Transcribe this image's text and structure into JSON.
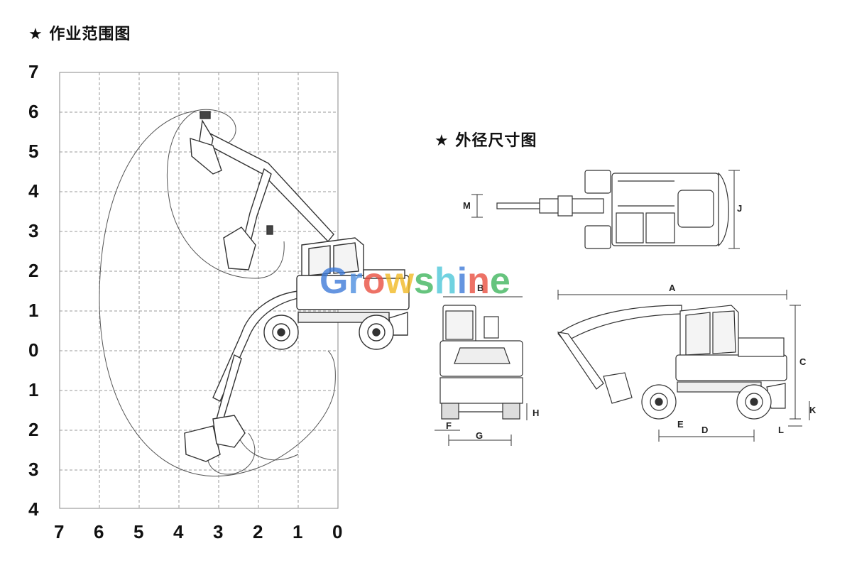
{
  "range_chart": {
    "title": "★ 作业范围图",
    "y_labels": [
      "7",
      "6",
      "5",
      "4",
      "3",
      "2",
      "1",
      "0",
      "1",
      "2",
      "3",
      "4"
    ],
    "x_labels": [
      "7",
      "6",
      "5",
      "4",
      "3",
      "2",
      "1",
      "0"
    ]
  },
  "dimension_drawing": {
    "title": "★ 外径尺寸图",
    "labels": {
      "A": "A",
      "B": "B",
      "C": "C",
      "D": "D",
      "E": "E",
      "F": "F",
      "G": "G",
      "H": "H",
      "J": "J",
      "K": "K",
      "L": "L",
      "M": "M"
    }
  },
  "watermark": {
    "text": "Growshine",
    "colors": [
      "#3a78d8",
      "#4a8ce0",
      "#e94b3c",
      "#f1b820",
      "#3cb45a",
      "#4ac6d8",
      "#3a78d8",
      "#e94b3c",
      "#3cb45a"
    ]
  }
}
